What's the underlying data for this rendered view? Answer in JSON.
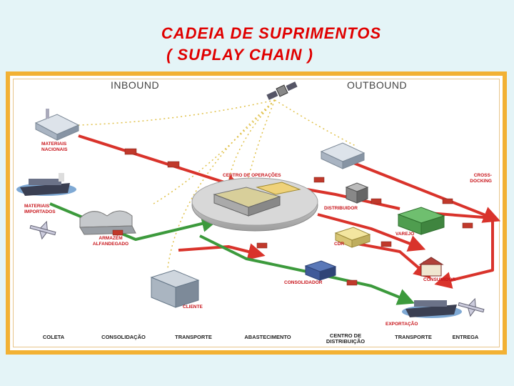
{
  "title": {
    "line1": "CADEIA  DE  SUPRIMENTOS",
    "line2": "( SUPLAY  CHAIN )"
  },
  "diagram": {
    "inbound_label": "INBOUND",
    "outbound_label": "OUTBOUND",
    "nodes": {
      "materiais_nacionais": "MATERIAIS NACIONAIS",
      "materiais_importados": "MATERIAIS IMPORTADOS",
      "armazem": "ARMAZÉM ALFANDEGADO",
      "centro_operacoes": "CENTRO DE OPERAÇÕES",
      "cross_docking": "CROSS-DOCKING",
      "distribuidor": "DISTRIBUIDOR",
      "varejo": "VAREJO",
      "cdr": "CDR",
      "consumidor": "CONSUMIDOR",
      "consolidador": "CONSOLIDADOR",
      "cliente": "CLIENTE",
      "exportacao": "EXPORTAÇÃO"
    },
    "colors": {
      "red_flow": "#d9332b",
      "green_flow": "#3c9a3c",
      "frame": "#f2b134",
      "label_red": "#c8151b",
      "hub": "#c9c9c9",
      "water": "#7fa9d4"
    }
  },
  "footer": {
    "steps": [
      "COLETA",
      "CONSOLIDAÇÃO",
      "TRANSPORTE",
      "ABASTECIMENTO",
      "CENTRO DE DISTRIBUIÇÃO",
      "TRANSPORTE",
      "ENTREGA"
    ]
  }
}
